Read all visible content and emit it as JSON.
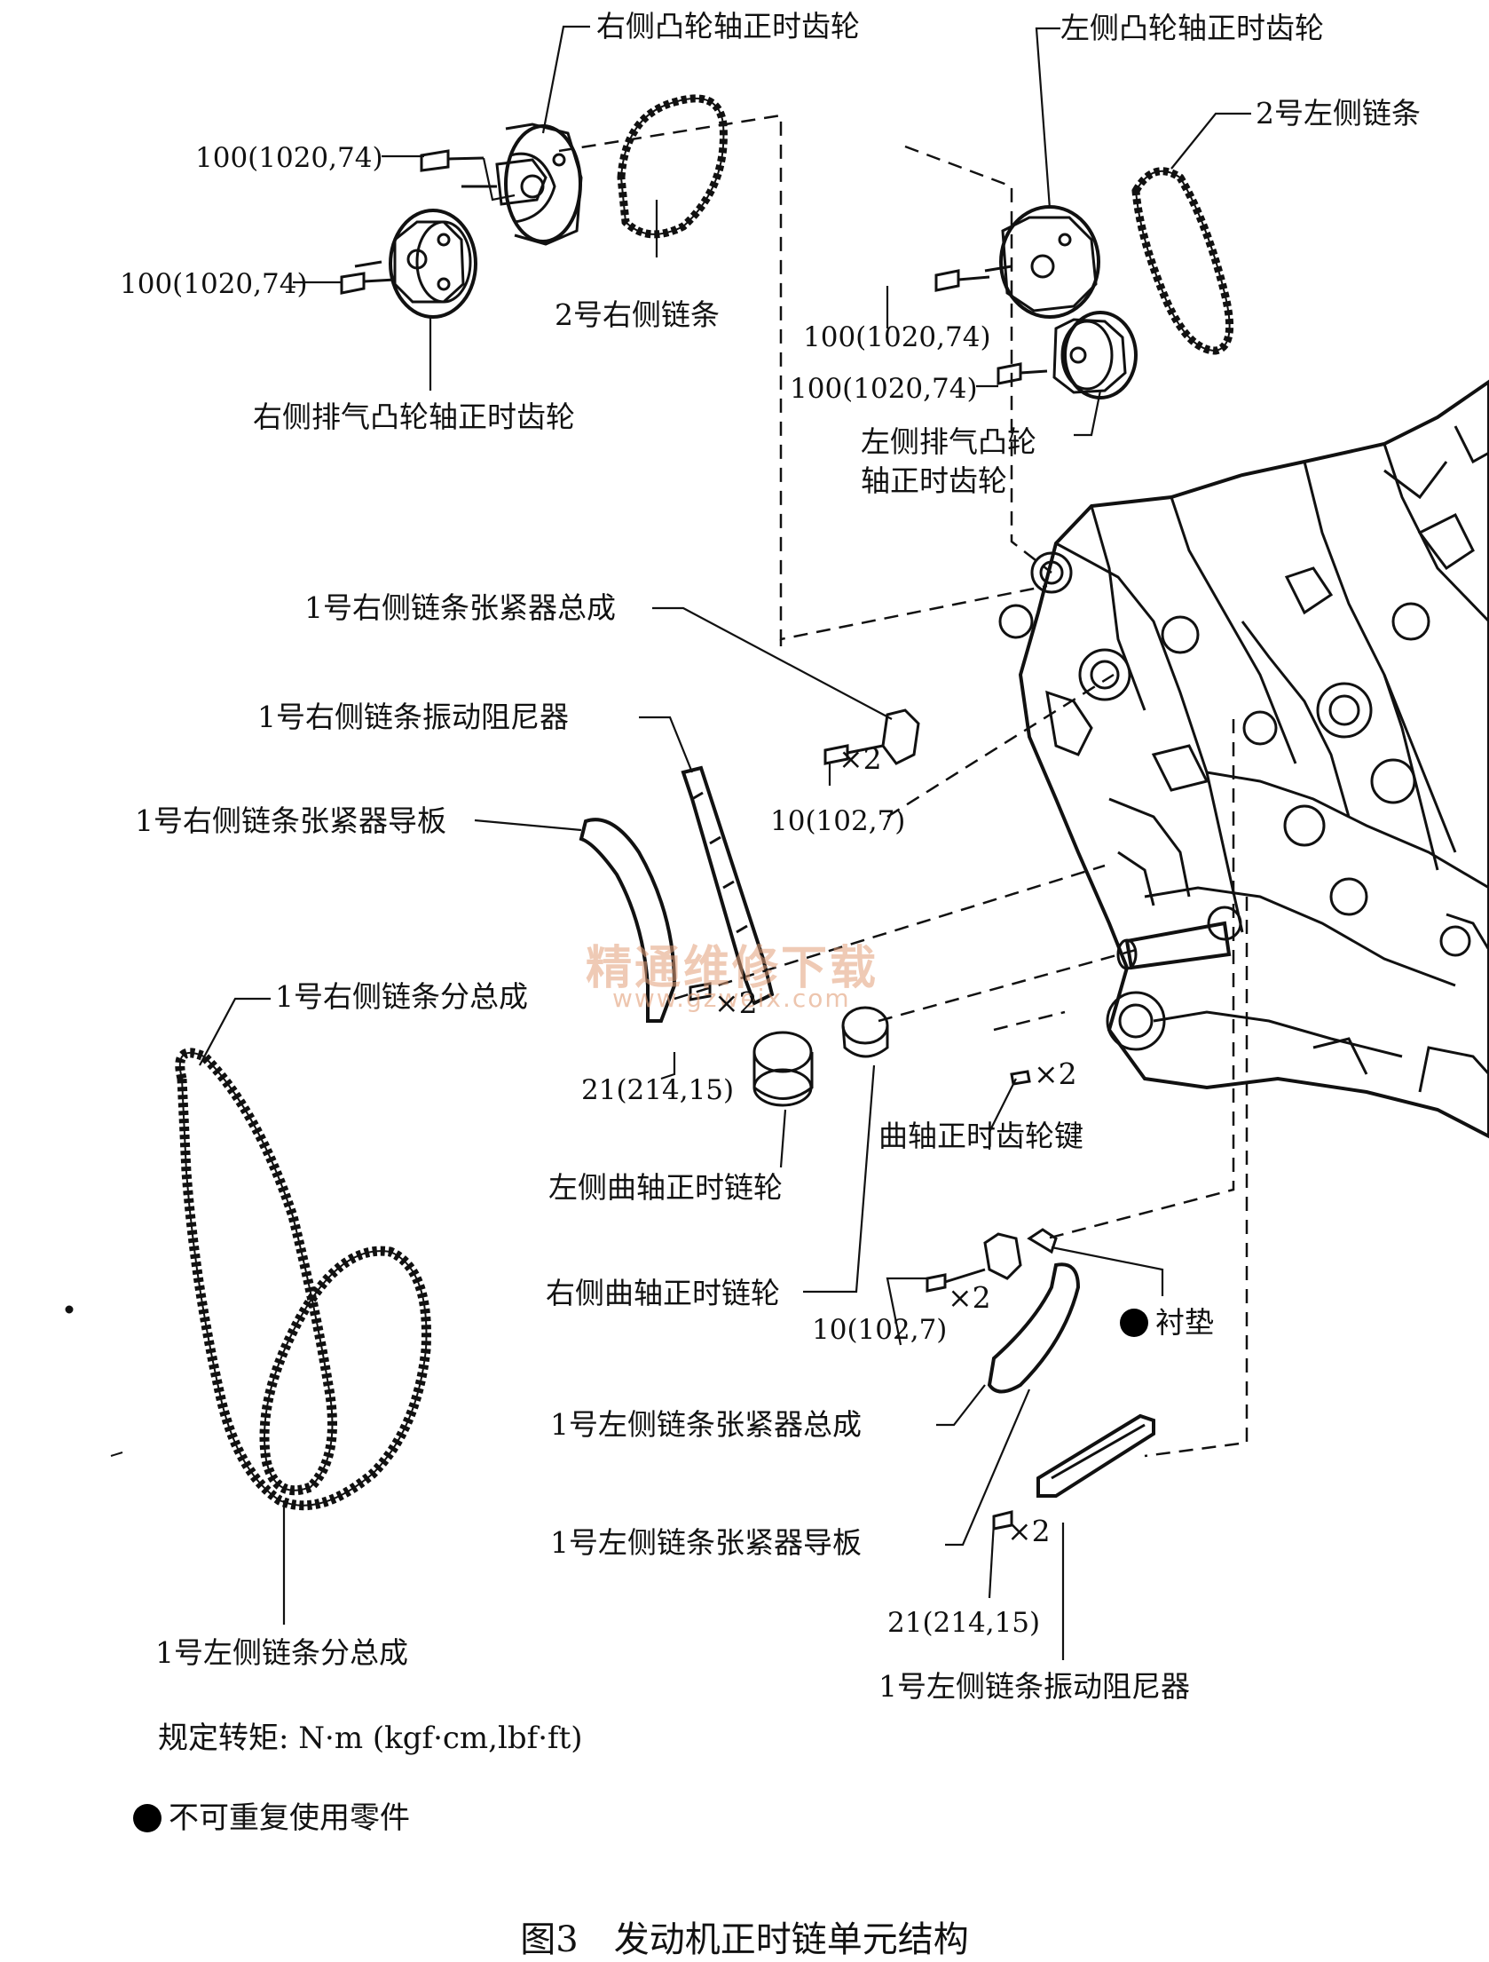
{
  "labels": {
    "right_intake_gear": "右侧凸轮轴正时齿轮",
    "left_intake_gear": "左侧凸轮轴正时齿轮",
    "left_chain2": "2号左侧链条",
    "torque_r1": "100(1020,74)",
    "torque_r2": "100(1020,74)",
    "right_chain2": "2号右侧链条",
    "right_exhaust_gear": "右侧排气凸轮轴正时齿轮",
    "torque_l1": "100(1020,74)",
    "torque_l2": "100(1020,74)",
    "left_exhaust_gear_1": "左侧排气凸轮",
    "left_exhaust_gear_2": "轴正时齿轮",
    "right_tensioner": "1号右侧链条张紧器总成",
    "right_damper": "1号右侧链条振动阻尼器",
    "right_guide": "1号右侧链条张紧器导板",
    "x2_a": "×2",
    "torque_10a": "10(102,7)",
    "right_chain1": "1号右侧链条分总成",
    "x2_b": "×2",
    "torque_21a": "21(214,15)",
    "x2_c": "×2",
    "crank_key": "曲轴正时齿轮键",
    "left_crank_sprocket": "左侧曲轴正时链轮",
    "right_crank_sprocket": "右侧曲轴正时链轮",
    "x2_d": "×2",
    "gasket": "衬垫",
    "torque_10b": "10(102,7)",
    "left_tensioner": "1号左侧链条张紧器总成",
    "left_guide": "1号左侧链条张紧器导板",
    "x2_e": "×2",
    "torque_21b": "21(214,15)",
    "left_chain1": "1号左侧链条分总成",
    "left_damper": "1号左侧链条振动阻尼器",
    "torque_spec": "规定转矩: N·m (kgf·cm,lbf·ft)",
    "non_reusable": "不可重复使用零件"
  },
  "watermark": {
    "cn": "精通维修下载",
    "url": "www.gzweix.com"
  },
  "figure_title": "图3　发动机正时链单元结构",
  "icons": {
    "non_reusable_marker": "filled-circle-icon"
  }
}
